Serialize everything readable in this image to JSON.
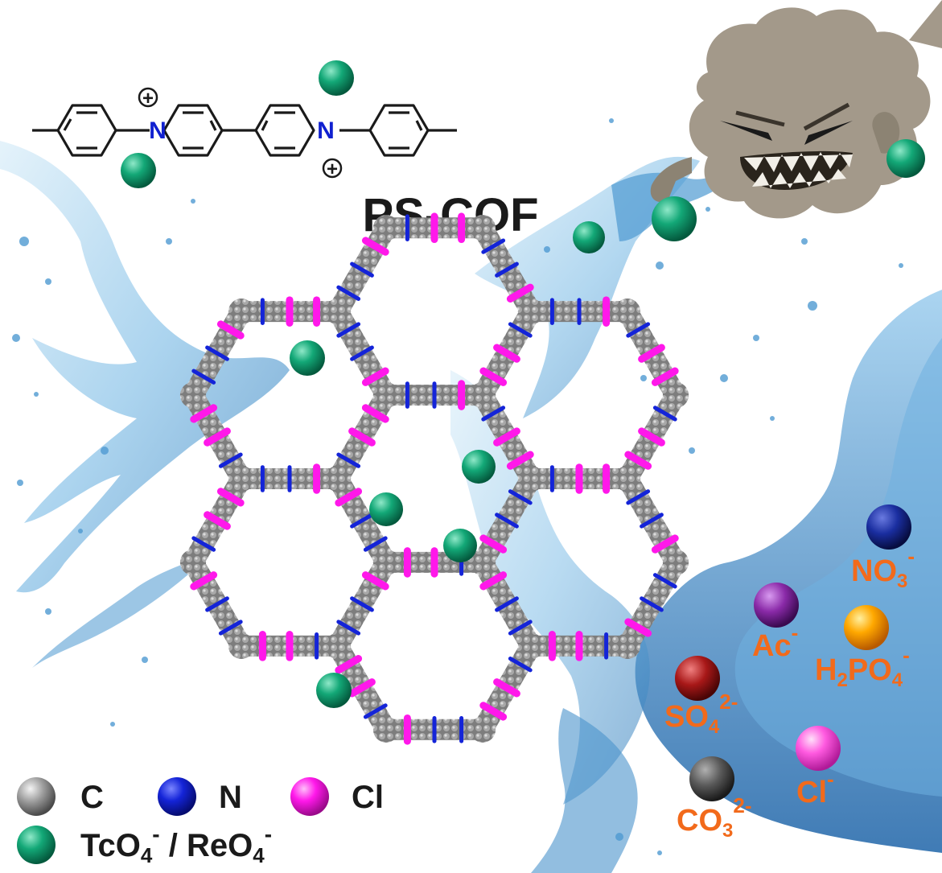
{
  "title": "PS-COF",
  "molecule": {
    "n_label": "N",
    "charge_symbol": "+"
  },
  "legend": {
    "c": "C",
    "n": "N",
    "cl": "Cl",
    "pertechnetate": "TcO",
    "pertechnetate_sub": "4",
    "pertechnetate_sup": "-",
    "separator": " / ",
    "perrhenate": "ReO",
    "perrhenate_sub": "4",
    "perrhenate_sup": "-"
  },
  "anions": {
    "no3": {
      "main": "NO",
      "sub": "3",
      "sup": "-"
    },
    "ac": {
      "main": "Ac",
      "sup": "-"
    },
    "h2po4": {
      "h": "H",
      "sub1": "2",
      "main": "PO",
      "sub2": "4",
      "sup": "-"
    },
    "so4": {
      "main": "SO",
      "sub": "4",
      "sup": "2-"
    },
    "cl": {
      "main": "Cl",
      "sup": "-"
    },
    "co3": {
      "main": "CO",
      "sub": "3",
      "sup": "2-"
    }
  },
  "colors": {
    "carbon": "#8a8a8a",
    "nitrogen": "#1020d0",
    "chlorine": "#ff10e8",
    "target": "#0e9a6a",
    "anion_label": "#f26a1b",
    "water": "#3f8fc8",
    "no3": "#1a2ea0",
    "ac": "#8a2aa8",
    "h2po4": "#ff9a00",
    "so4": "#a81818",
    "cl_ion": "#ff5ae0",
    "co3": "#5a5a5a",
    "monster": "#a3998a"
  }
}
